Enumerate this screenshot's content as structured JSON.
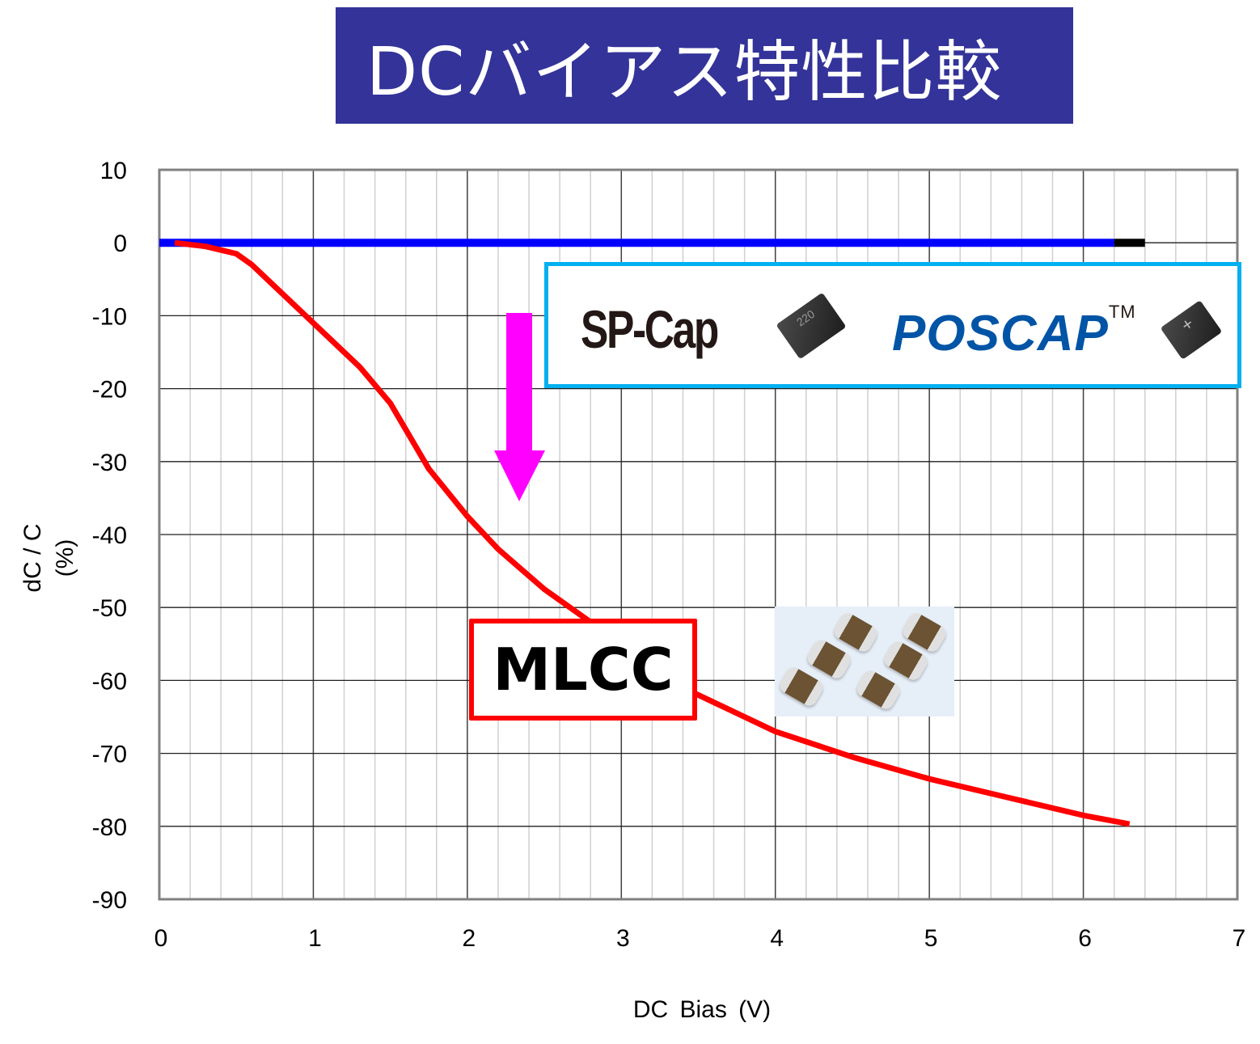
{
  "title": "DCバイアス特性比較",
  "colors": {
    "title_bg": "#333399",
    "title_fg": "#ffffff",
    "mlcc_line": "#ff0000",
    "polymer_line": "#0000ff",
    "polymer_line_end": "#000000",
    "arrow": "#ff00ff",
    "brand_box_border": "#00b0f0",
    "mlcc_box_border": "#ff0000"
  },
  "brands": {
    "sp_cap": "SP-Cap",
    "poscap": "POSCAP",
    "poscap_tm": "TM",
    "sp_chip_marking": "220",
    "poscap_chip_marking": "+"
  },
  "annotations": {
    "mlcc_label": "MLCC"
  },
  "chart_data": {
    "type": "line",
    "title": "DCバイアス特性比較",
    "xlabel": "DC Bias (V)",
    "ylabel": "dC / C (%)",
    "ylabel_line1": "dC / C",
    "ylabel_line2": "(%)",
    "xlim": [
      0,
      7
    ],
    "ylim": [
      -90,
      10
    ],
    "x_ticks": [
      "0",
      "1",
      "2",
      "3",
      "4",
      "5",
      "6",
      "7"
    ],
    "y_ticks": [
      "10",
      "0",
      "-10",
      "-20",
      "-30",
      "-40",
      "-50",
      "-60",
      "-70",
      "-80",
      "-90"
    ],
    "grid": true,
    "minor_x_grid_step": 0.2,
    "series": [
      {
        "name": "SP-Cap / POSCAP",
        "color": "#0000ff",
        "x": [
          0,
          6.2
        ],
        "y": [
          0,
          0
        ],
        "tail": {
          "x": [
            6.2,
            6.4
          ],
          "y": [
            0,
            0
          ],
          "color": "#000000"
        }
      },
      {
        "name": "MLCC",
        "color": "#ff0000",
        "x": [
          0.1,
          0.3,
          0.5,
          0.6,
          0.75,
          1.0,
          1.3,
          1.5,
          1.75,
          2.0,
          2.2,
          2.5,
          2.8,
          3.0,
          3.3,
          3.6,
          4.0,
          4.5,
          5.0,
          5.5,
          6.0,
          6.3
        ],
        "y": [
          0,
          -0.5,
          -1.5,
          -3,
          -6,
          -11,
          -17,
          -22,
          -31,
          -37.5,
          -42,
          -47.5,
          -52,
          -56,
          -60,
          -63,
          -67,
          -70.5,
          -73.5,
          -76,
          -78.5,
          -79.7
        ]
      }
    ],
    "annotations": [
      {
        "type": "arrow",
        "direction": "down",
        "color": "#ff00ff",
        "x": 2.33,
        "from_y": -10,
        "to_y": -36
      },
      {
        "type": "label-box",
        "text": "MLCC",
        "border": "#ff0000"
      },
      {
        "type": "legend-box",
        "items": [
          "SP-Cap",
          "POSCAP"
        ],
        "border": "#00b0f0"
      }
    ]
  }
}
